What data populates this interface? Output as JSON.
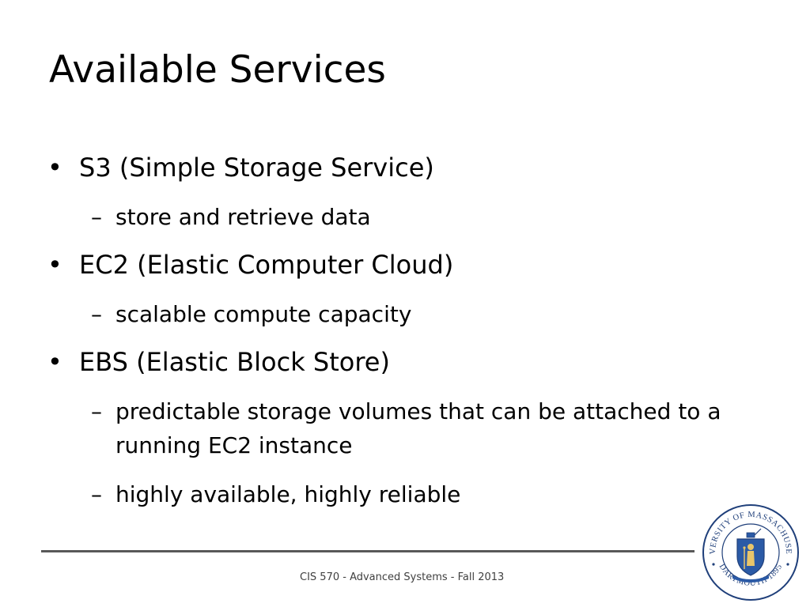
{
  "slide": {
    "title": "Available Services",
    "bullets": [
      {
        "text": "S3 (Simple Storage Service)",
        "sub": [
          "store and retrieve data"
        ]
      },
      {
        "text": "EC2 (Elastic Computer Cloud)",
        "sub": [
          "scalable compute capacity"
        ]
      },
      {
        "text": "EBS (Elastic Block Store)",
        "sub": [
          "predictable storage volumes that can be attached to a running EC2 instance",
          "highly available, highly reliable"
        ]
      }
    ],
    "footer": "CIS 570 - Advanced Systems - Fall 2013",
    "seal": {
      "icon": "university-seal-icon",
      "top_text": "UNIVERSITY OF MASSACHUSETTS",
      "bottom_text": "DARTMOUTH 1895",
      "color": "#1f3f7a"
    },
    "bullet_glyph": "•",
    "dash_glyph": "–"
  }
}
